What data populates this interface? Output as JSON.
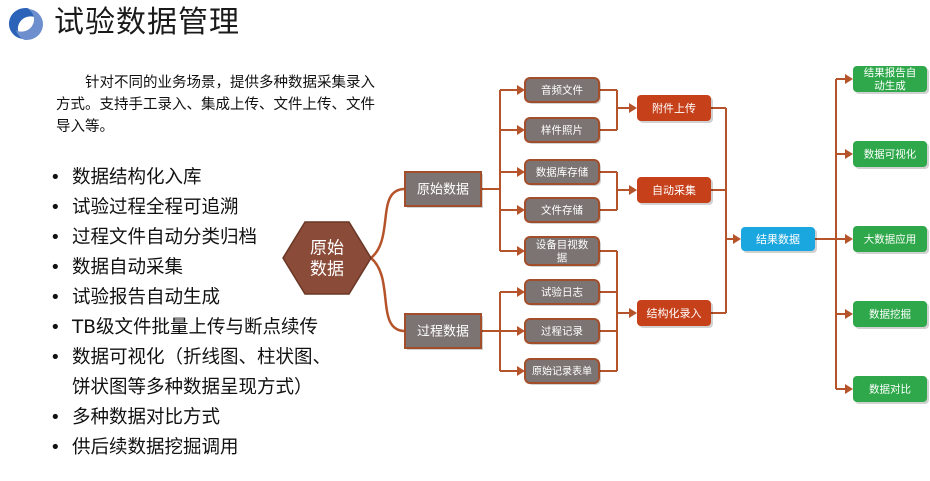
{
  "title": "试验数据管理",
  "intro": "针对不同的业务场景，提供多种数据采集录入方式。支持手工录入、集成上传、文件上传、文件导入等。",
  "bullets": [
    [
      "数据结构化入库"
    ],
    [
      "试验过程全程可追溯"
    ],
    [
      "过程文件自动分类归档"
    ],
    [
      "数据自动采集"
    ],
    [
      "试验报告自动生成"
    ],
    [
      "TB级文件批量上传与断点续传"
    ],
    [
      "数据可视化（折线图、柱状图、",
      "饼状图等多种数据呈现方式）"
    ],
    [
      "多种数据对比方式"
    ],
    [
      "供后续数据挖掘调用"
    ]
  ],
  "diagram": {
    "root": [
      "原始",
      "数据"
    ],
    "categories": [
      "原始数据",
      "过程数据"
    ],
    "sources": [
      "音频文件",
      "样件照片",
      "数据库存储",
      "文件存储",
      [
        "设备目视数",
        "据"
      ],
      "试验日志",
      "过程记录",
      "原始记录表单"
    ],
    "methods": [
      "附件上传",
      "自动采集",
      "结构化录入"
    ],
    "result": "结果数据",
    "outputs": [
      [
        "结果报告自",
        "动生成"
      ],
      [
        "数据可视化"
      ],
      [
        "大数据应用"
      ],
      [
        "数据挖掘"
      ],
      [
        "数据对比"
      ]
    ]
  },
  "colors": {
    "connector": "#b5532a",
    "hexagon": "#8a4b38",
    "category": "#7b7472",
    "source": "#7b7472",
    "method": "#c6401a",
    "result": "#1aa6de",
    "output": "#2ea84a",
    "logo": "#2b63b8"
  }
}
